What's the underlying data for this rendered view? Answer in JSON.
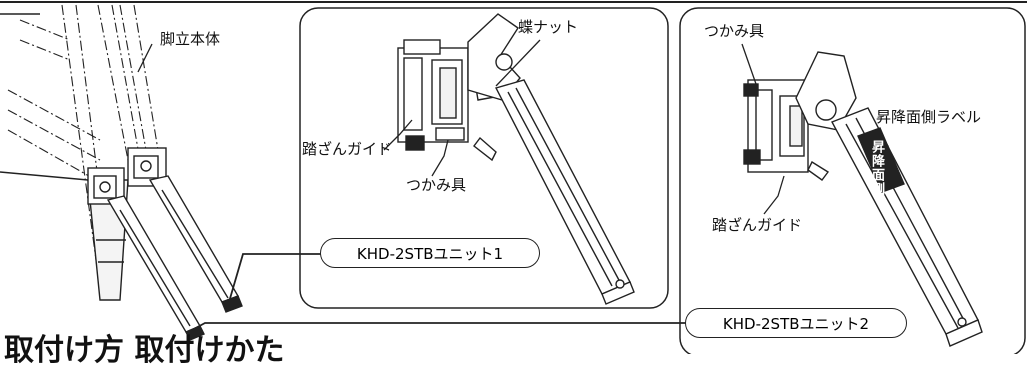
{
  "labels": {
    "ladder_body": "脚立本体",
    "wing_nut": "蝶ナット",
    "step_guide_center": "踏ざんガイド",
    "grip_center": "つかみ具",
    "grip_right": "つかみ具",
    "lift_side_label": "昇降面側ラベル",
    "step_guide_right": "踏ざんガイド",
    "vertical_sticker": "昇降面側"
  },
  "units": {
    "unit1": "KHD-2STBユニット1",
    "unit2": "KHD-2STBユニット2"
  },
  "bottom_heading": "取付け方  取付けかた"
}
